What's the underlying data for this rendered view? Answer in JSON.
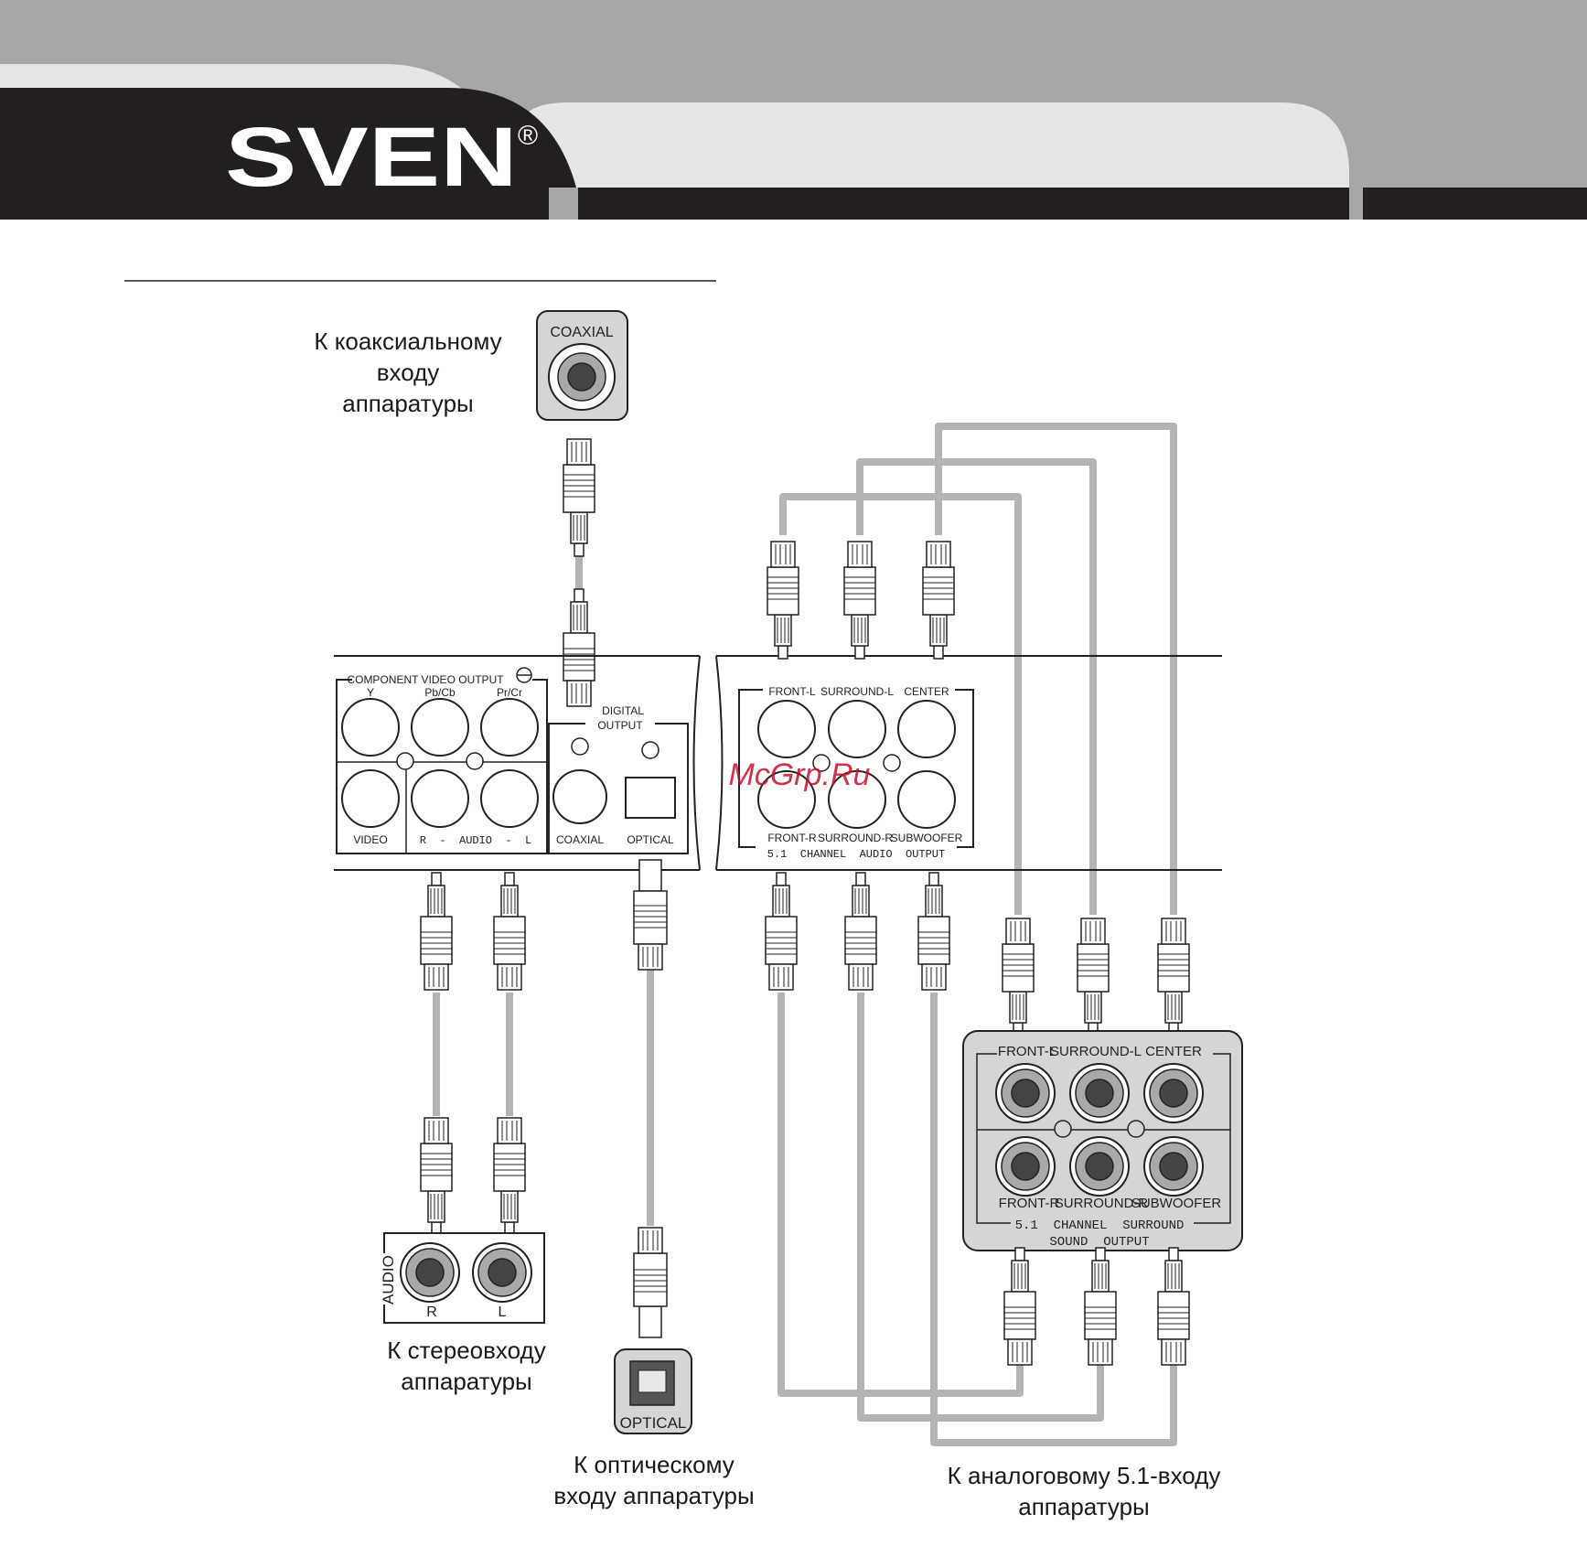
{
  "brand": {
    "logo_text": "SVEN",
    "registered_mark": "®"
  },
  "watermark": "McGrp.Ru",
  "captions": {
    "coaxial": [
      "К коаксиальному",
      "входу",
      "аппаратуры"
    ],
    "stereo": [
      "К стереовходу",
      "аппаратуры"
    ],
    "optical": [
      "К оптическому",
      "входу аппаратуры"
    ],
    "analog51": [
      "К аналоговому 5.1-входу",
      "аппаратуры"
    ]
  },
  "coaxial_socket": {
    "label": "COAXIAL"
  },
  "optical_socket": {
    "label": "OPTICAL"
  },
  "audio_socket": {
    "side_label": "AUDIO",
    "left": "L",
    "right": "R"
  },
  "player_panel": {
    "component_title": "COMPONENT VIDEO OUTPUT",
    "component_jacks": [
      "Y",
      "Pb/Cb",
      "Pr/Cr"
    ],
    "video_label": "VIDEO",
    "audio_label": "R  -  AUDIO  -  L",
    "digital_title_1": "DIGITAL",
    "digital_title_2": "OUTPUT",
    "coaxial_label": "COAXIAL",
    "optical_label": "OPTICAL",
    "ch51_top": [
      "FRONT-L",
      "SURROUND-L",
      "CENTER"
    ],
    "ch51_bottom": [
      "FRONT-R",
      "SURROUND-R",
      "SUBWOOFER"
    ],
    "ch51_title": "5.1  CHANNEL  AUDIO  OUTPUT"
  },
  "receiver_panel": {
    "top": [
      "FRONT-L",
      "SURROUND-L",
      "CENTER"
    ],
    "bottom": [
      "FRONT-R",
      "SURROUND-R",
      "SUBWOOFER"
    ],
    "title_1": "5.1  CHANNEL  SURROUND",
    "title_2": "SOUND  OUTPUT"
  },
  "colors": {
    "header_dark": "#231f20",
    "header_gray": "#a7a7a9",
    "header_light": "#e6e6e6",
    "cable": "#b4b4b4",
    "panel_fill": "#d5d5d5"
  }
}
